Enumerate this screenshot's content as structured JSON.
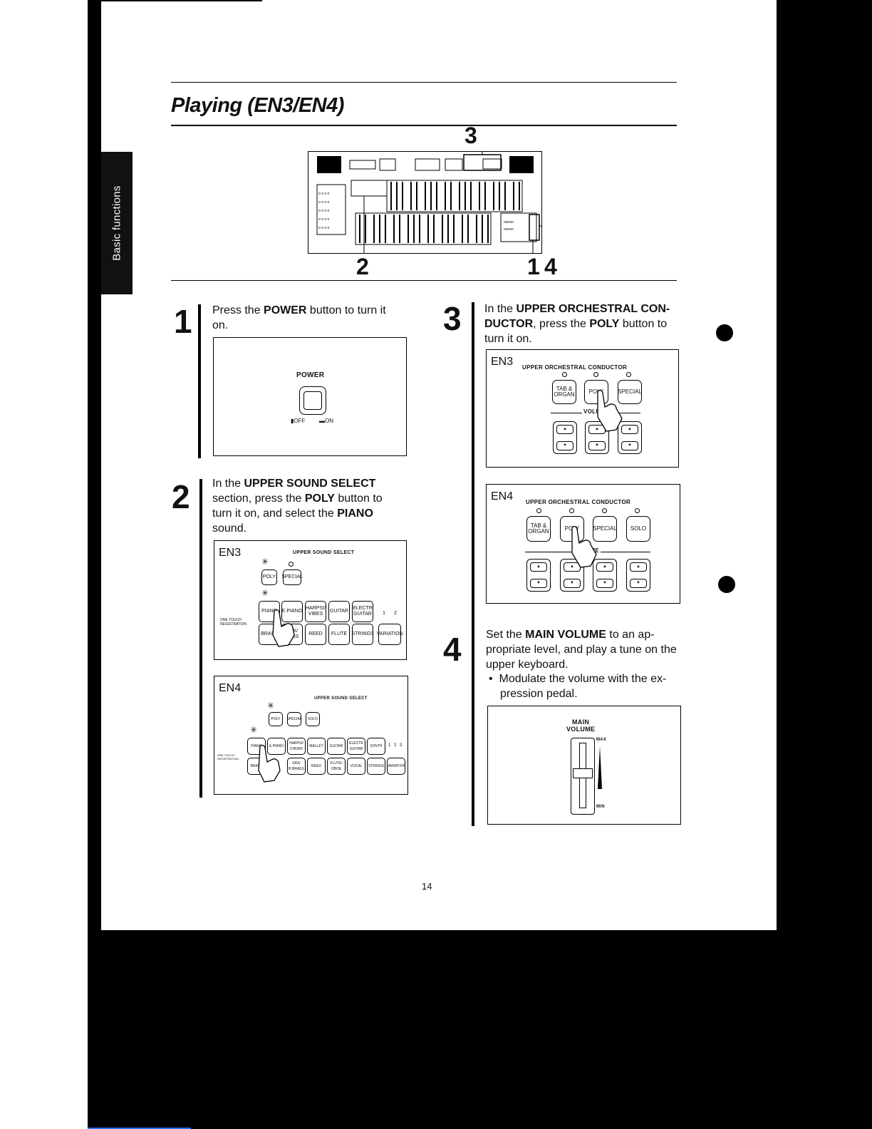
{
  "sidebar": {
    "tab_label": "Basic functions"
  },
  "header": {
    "title": "Playing (EN3/EN4)"
  },
  "overview": {
    "callouts": [
      "3",
      "2",
      "1",
      "4"
    ]
  },
  "steps": [
    {
      "number": "1",
      "text_parts": [
        "Press the ",
        "POWER",
        " button to turn it on."
      ],
      "panel": {
        "label": "POWER",
        "off": "OFF",
        "on": "ON"
      }
    },
    {
      "number": "2",
      "text_parts": [
        "In the ",
        "UPPER SOUND SELECT",
        " section, press the ",
        "POLY",
        " button to turn it on, and select the ",
        "PIANO",
        " sound."
      ],
      "panel_en3": {
        "tag": "EN3",
        "heading": "UPPER SOUND SELECT",
        "row1": [
          "POLY",
          "SPECIAL"
        ],
        "row2": [
          "PIANO",
          "E.PIANO",
          "HARPSI/ VIBES",
          "GUITAR",
          "ELECTR GUITAR"
        ],
        "row3": [
          "BRASS",
          "SAX/ BASS",
          "REED",
          "FLUTE",
          "STRINGS",
          "VARIATION"
        ],
        "side_label": "ONE TOUCH REGISTRATION",
        "numbers": [
          "1",
          "2"
        ]
      },
      "panel_en4": {
        "tag": "EN4",
        "heading": "UPPER SOUND SELECT",
        "row1": [
          "POLY",
          "SPECIAL",
          "SOLO"
        ],
        "row2": [
          "PIANO",
          "E.PIANO",
          "HARPSI/ CHORD",
          "MALLET",
          "GUITAR",
          "ELECTR GUITAR",
          "SYNTH"
        ],
        "row3": [
          "BRASS",
          "SAX/ B.BRASS",
          "REED",
          "FLUTE/ OBOE",
          "VOCAL",
          "STRINGS",
          "VARIATION"
        ],
        "side_label": "ONE TOUCH REGISTRATION",
        "numbers": [
          "1",
          "2",
          "3"
        ]
      }
    },
    {
      "number": "3",
      "text_parts": [
        "In the ",
        "UPPER ORCHESTRAL CON-DUCTOR",
        ", press the ",
        "POLY",
        " button to turn it on."
      ],
      "panel_en3": {
        "tag": "EN3",
        "heading": "UPPER ORCHESTRAL CONDUCTOR",
        "buttons": [
          "TAB & ORGAN",
          "POLY",
          "SPECIAL"
        ],
        "volume_label": "VOLUME"
      },
      "panel_en4": {
        "tag": "EN4",
        "heading": "UPPER ORCHESTRAL CONDUCTOR",
        "buttons": [
          "TAB & ORGAN",
          "POLY",
          "SPECIAL",
          "SOLO"
        ],
        "volume_label": "VOLUME"
      }
    },
    {
      "number": "4",
      "text_parts": [
        "Set the ",
        "MAIN VOLUME",
        " to an ap-propriate level, and play a tune on the upper keyboard."
      ],
      "bullet": "Modulate the volume with the ex-pression pedal.",
      "panel": {
        "label_line1": "MAIN",
        "label_line2": "VOLUME",
        "max": "MAX",
        "min": "MIN"
      }
    }
  ],
  "footer": {
    "page_number": "14"
  }
}
